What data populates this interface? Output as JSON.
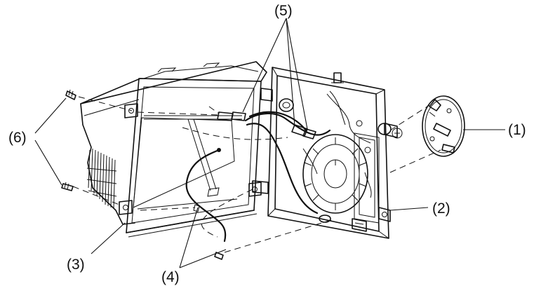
{
  "callouts": {
    "c1": "(1)",
    "c2": "(2)",
    "c3": "(3)",
    "c4": "(4)",
    "c5": "(5)",
    "c6": "(6)"
  },
  "icons": [
    "screw-icon",
    "bracket-icon",
    "wire-connector-icon"
  ]
}
